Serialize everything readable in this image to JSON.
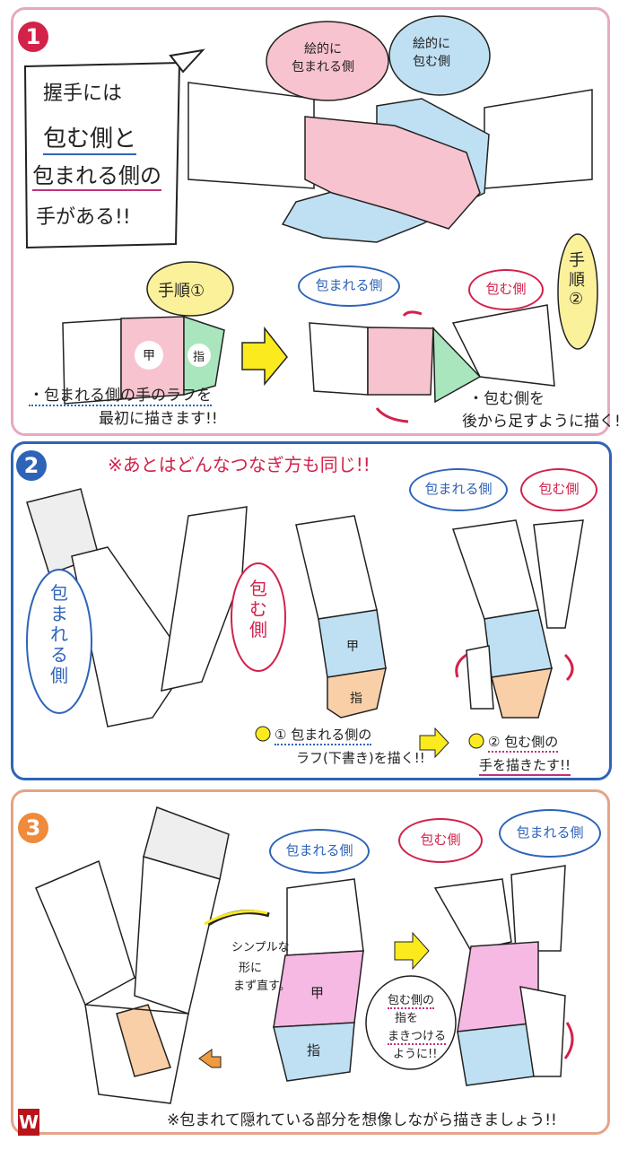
{
  "colors": {
    "panel1": "#e7a9c2",
    "panel2": "#2e64b8",
    "panel3": "#e4a488",
    "pink": "#f7c3cf",
    "blue": "#bfe0f3",
    "green": "#a9e6bd",
    "orange": "#f9cfa8",
    "yellow": "#fbf19a",
    "red": "#d2224a"
  },
  "panel1": {
    "number": "1",
    "title": [
      "握手には",
      "包む側と",
      "包まれる側の",
      "手がある!!"
    ],
    "bubble_wrapped": "絵的に\n包まれる側",
    "bubble_wrapping": "絵的に\n包む側",
    "step1": "手順①",
    "step2": "手順②",
    "label_wrapped": "包まれる側",
    "label_wrapping": "包む側",
    "back": "甲",
    "finger": "指",
    "note1": [
      "・包まれる側の手のラフを",
      "最初に描きます!!"
    ],
    "note2": [
      "・包む側を",
      "後から足すように描く!"
    ]
  },
  "panel2": {
    "number": "2",
    "headline": "※あとはどんなつなぎ方も同じ!!",
    "side_wrapped": "包まれる側",
    "side_wrapping": "包む側",
    "bubble_wrapped": "包まれる側",
    "bubble_wrapping": "包む側",
    "back": "甲",
    "finger": "指",
    "step1": [
      "① 包まれる側の",
      "ラフ(下書き)を描く!!"
    ],
    "step2": [
      "② 包む側の",
      "手を描きたす!!"
    ]
  },
  "panel3": {
    "number": "3",
    "bubble_wrapped_1": "包まれる側",
    "bubble_wrapping": "包む側",
    "bubble_wrapped_2": "包まれる側",
    "simplify": [
      "シンプルな",
      "形に",
      "まず直す。"
    ],
    "back": "甲",
    "finger": "指",
    "wrap_note": [
      "包む側の",
      "指を",
      "まきつける",
      "ように!!"
    ],
    "footer": "※包まれて隠れている部分を想像しながら描きましょう!!"
  },
  "watermark": "W"
}
